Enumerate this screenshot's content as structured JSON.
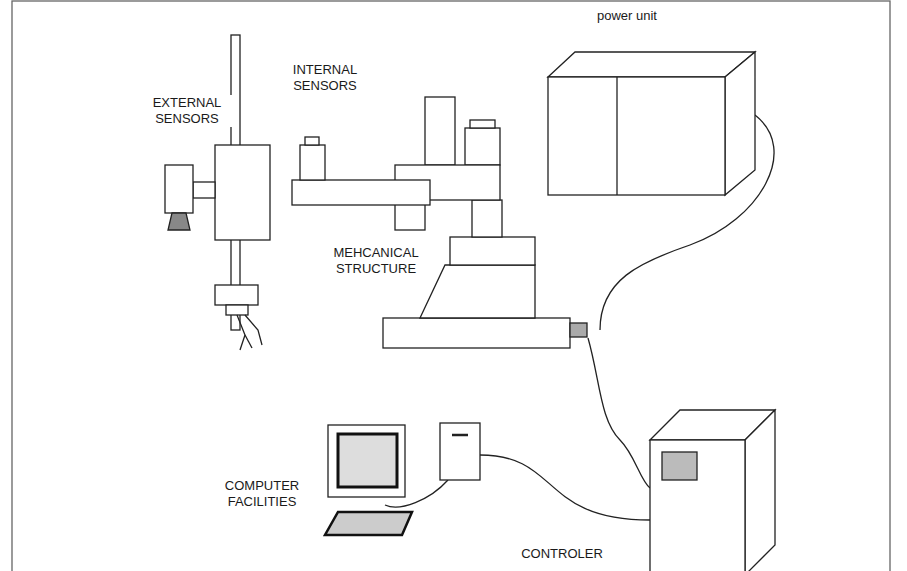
{
  "diagram": {
    "labels": [
      "power unit",
      "EXTERNAL SENSORS",
      "INTERNAL SENSORS",
      "MEHCANICAL STRUCTURE",
      "COMPUTER FACILITIES",
      "CONTROLER"
    ]
  }
}
